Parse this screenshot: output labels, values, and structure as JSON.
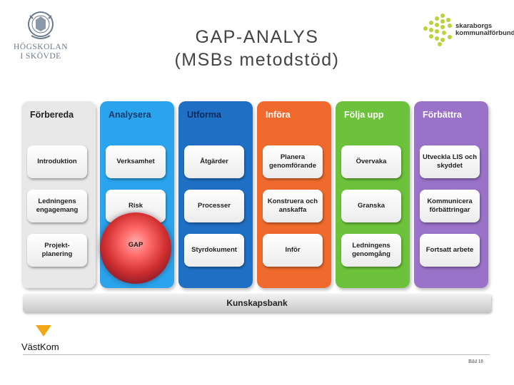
{
  "header": {
    "university_logo_text": [
      "HÖGSKOLAN",
      "I SKÖVDE"
    ],
    "title_line1": "GAP-ANALYS",
    "title_line2": "(MSBs metodstöd)",
    "partner_logo_text": [
      "skaraborgs",
      "kommunalförbund"
    ]
  },
  "columns": [
    {
      "title": "Förbereda",
      "color": "#e8e8e8",
      "title_color": "#222222",
      "items": [
        "Introduktion",
        "Ledningens engagemang",
        "Projekt-\nplanering"
      ]
    },
    {
      "title": "Analysera",
      "color": "#2aa4ec",
      "title_color": "#1a3a6a",
      "items": [
        "Verksamhet",
        "Risk",
        "GAP"
      ]
    },
    {
      "title": "Utforma",
      "color": "#1f6fc4",
      "title_color": "#0d2a5a",
      "items": [
        "Åtgärder",
        "Processer",
        "Styrdokument"
      ]
    },
    {
      "title": "Införa",
      "color": "#ef6a2c",
      "title_color": "#ffffff",
      "items": [
        "Planera genomförande",
        "Konstruera och anskaffa",
        "Inför"
      ]
    },
    {
      "title": "Följa upp",
      "color": "#6cc23a",
      "title_color": "#ffffff",
      "items": [
        "Övervaka",
        "Granska",
        "Ledningens genomgång"
      ]
    },
    {
      "title": "Förbättra",
      "color": "#9a72c8",
      "title_color": "#ffffff",
      "items": [
        "Utveckla LIS och skyddet",
        "Kommunicera förbättringar",
        "Fortsatt arbete"
      ]
    }
  ],
  "highlight": "GAP",
  "knowledge_bank": "Kunskapsbank",
  "footer": {
    "logo_text": "VästKom",
    "page_label": "Bild 18"
  }
}
